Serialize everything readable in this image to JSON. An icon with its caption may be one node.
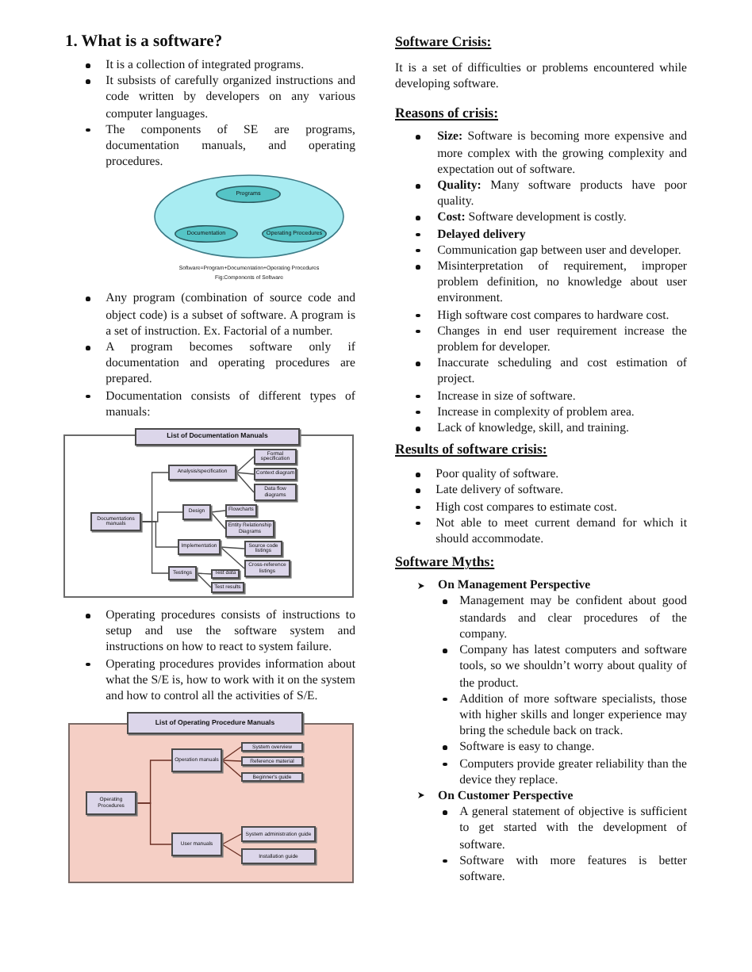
{
  "diagram": {
    "nodes": [
      {
        "text": [],
        "shape": "ellipse"
      },
      {
        "text": [
          "Programs"
        ],
        "in": 0
      },
      {
        "text": [
          "Documentation"
        ],
        "in": 0
      },
      {
        "text": [
          "Operating Procedures"
        ],
        "in": 0
      },
      {
        "text": [
          "List of Documentation Manuals"
        ]
      },
      {
        "text": [
          "Documentations manuals"
        ],
        "in": 4
      },
      {
        "text": [
          "Analysis/specification"
        ],
        "in": 4
      },
      {
        "text": [
          "Design"
        ],
        "in": 4
      },
      {
        "text": [
          "Implementation"
        ],
        "in": 4
      },
      {
        "text": [
          "Testings"
        ],
        "in": 4
      },
      {
        "text": [
          "Formal specification"
        ],
        "in": 4
      },
      {
        "text": [
          "Context diagram"
        ],
        "in": 4
      },
      {
        "text": [
          "Data flow diagrams"
        ],
        "in": 4
      },
      {
        "text": [
          "Flowcharts"
        ],
        "in": 4
      },
      {
        "text": [
          "Entity Relationship Diagrams"
        ],
        "in": 4
      },
      {
        "text": [
          "Source code listings"
        ],
        "in": 4
      },
      {
        "text": [
          "Cross-reference listings"
        ],
        "in": 4
      },
      {
        "text": [
          "Test data"
        ],
        "in": 4
      },
      {
        "text": [
          "Test results"
        ],
        "in": 4
      },
      {
        "text": [
          "List of Operating Procedure Manuals"
        ]
      },
      {
        "text": [
          "Operating Procedures"
        ],
        "in": 19
      },
      {
        "text": [
          "Operation manuals"
        ],
        "in": 19
      },
      {
        "text": [
          "User manuals"
        ],
        "in": 19
      },
      {
        "text": [
          "System overview"
        ],
        "in": 19
      },
      {
        "text": [
          "Reference material"
        ],
        "in": 19
      },
      {
        "text": [
          "Beginner's guide"
        ],
        "in": 19
      },
      {
        "text": [
          "System administration guide"
        ],
        "in": 19
      },
      {
        "text": [
          "Installation guide"
        ],
        "in": 19
      }
    ],
    "edges": [
      {
        "from": 5,
        "to": 6,
        "arrow": "none"
      },
      {
        "from": 5,
        "to": 7,
        "arrow": "none"
      },
      {
        "from": 5,
        "to": 8,
        "arrow": "none"
      },
      {
        "from": 5,
        "to": 9,
        "arrow": "none"
      },
      {
        "from": 6,
        "to": 10,
        "arrow": "none"
      },
      {
        "from": 6,
        "to": 11,
        "arrow": "none"
      },
      {
        "from": 6,
        "to": 12,
        "arrow": "none"
      },
      {
        "from": 7,
        "to": 13,
        "arrow": "none"
      },
      {
        "from": 7,
        "to": 14,
        "arrow": "none"
      },
      {
        "from": 8,
        "to": 15,
        "arrow": "none"
      },
      {
        "from": 8,
        "to": 16,
        "arrow": "none"
      },
      {
        "from": 9,
        "to": 17,
        "arrow": "none"
      },
      {
        "from": 9,
        "to": 18,
        "arrow": "none"
      },
      {
        "from": 20,
        "to": 21,
        "arrow": "none"
      },
      {
        "from": 20,
        "to": 22,
        "arrow": "none"
      },
      {
        "from": 21,
        "to": 23,
        "arrow": "none"
      },
      {
        "from": 21,
        "to": 24,
        "arrow": "none"
      },
      {
        "from": 21,
        "to": 25,
        "arrow": "none"
      },
      {
        "from": 22,
        "to": 26,
        "arrow": "none"
      },
      {
        "from": 22,
        "to": 27,
        "arrow": "none"
      }
    ],
    "labels": [
      "1. What is a software?",
      "It is a collection of integrated programs.",
      "It subsists of carefully organized instructions and code written by developers on any various computer languages.",
      "The components of SE are programs, documentation manuals, and operating procedures.",
      "Software=Program+Documentation+Operating Procedures",
      "Fig:Components of Software",
      "Any program (combination of source code and object code) is a subset of software. A program is a set of instruction. Ex. Factorial of a number.",
      "A program becomes software only if documentation and operating procedures are prepared.",
      "Documentation consists of different types of manuals:",
      "Operating procedures consists of instructions to setup and use the software system and instructions on how to react to system failure.",
      "Operating procedures provides information about what the S/E is, how to work with it on the system and how to control all the activities of S/E.",
      "Software Crisis:",
      "It is a set of difficulties or problems encountered while developing software.",
      "Reasons of crisis:",
      "**Size:** Software is becoming more expensive and more complex with the growing complexity and expectation out of software.",
      "**Quality:** Many software products have poor quality.",
      "**Cost:** Software development is costly.",
      "Delayed delivery",
      "Communication gap between user and developer.",
      "Misinterpretation of requirement, improper problem definition, no knowledge about user environment.",
      "High software cost compares to hardware cost.",
      "Changes in end user requirement increase the problem for developer.",
      "Inaccurate scheduling and cost estimation of project.",
      "Increase in size of software.",
      "Increase in complexity of problem area.",
      "Lack of knowledge, skill, and training.",
      "Results of software crisis:",
      "Poor quality of software.",
      "Late delivery of software.",
      "High cost compares to estimate cost.",
      "Not able to meet current demand for which it should accommodate.",
      "Software Myths:",
      "On Management Perspective",
      "Management may be confident about good standards and clear procedures of the company.",
      "Company has latest computers and software tools, so we shouldn’t worry about quality of the product.",
      "Addition of more software specialists, those with higher skills and longer experience may bring the schedule back on track.",
      "Software is easy to change.",
      "Computers provide greater reliability than the device they replace.",
      "On Customer Perspective",
      "A general statement of objective is sufficient to get started with the development of software.",
      "Software with more features is better software."
    ]
  }
}
